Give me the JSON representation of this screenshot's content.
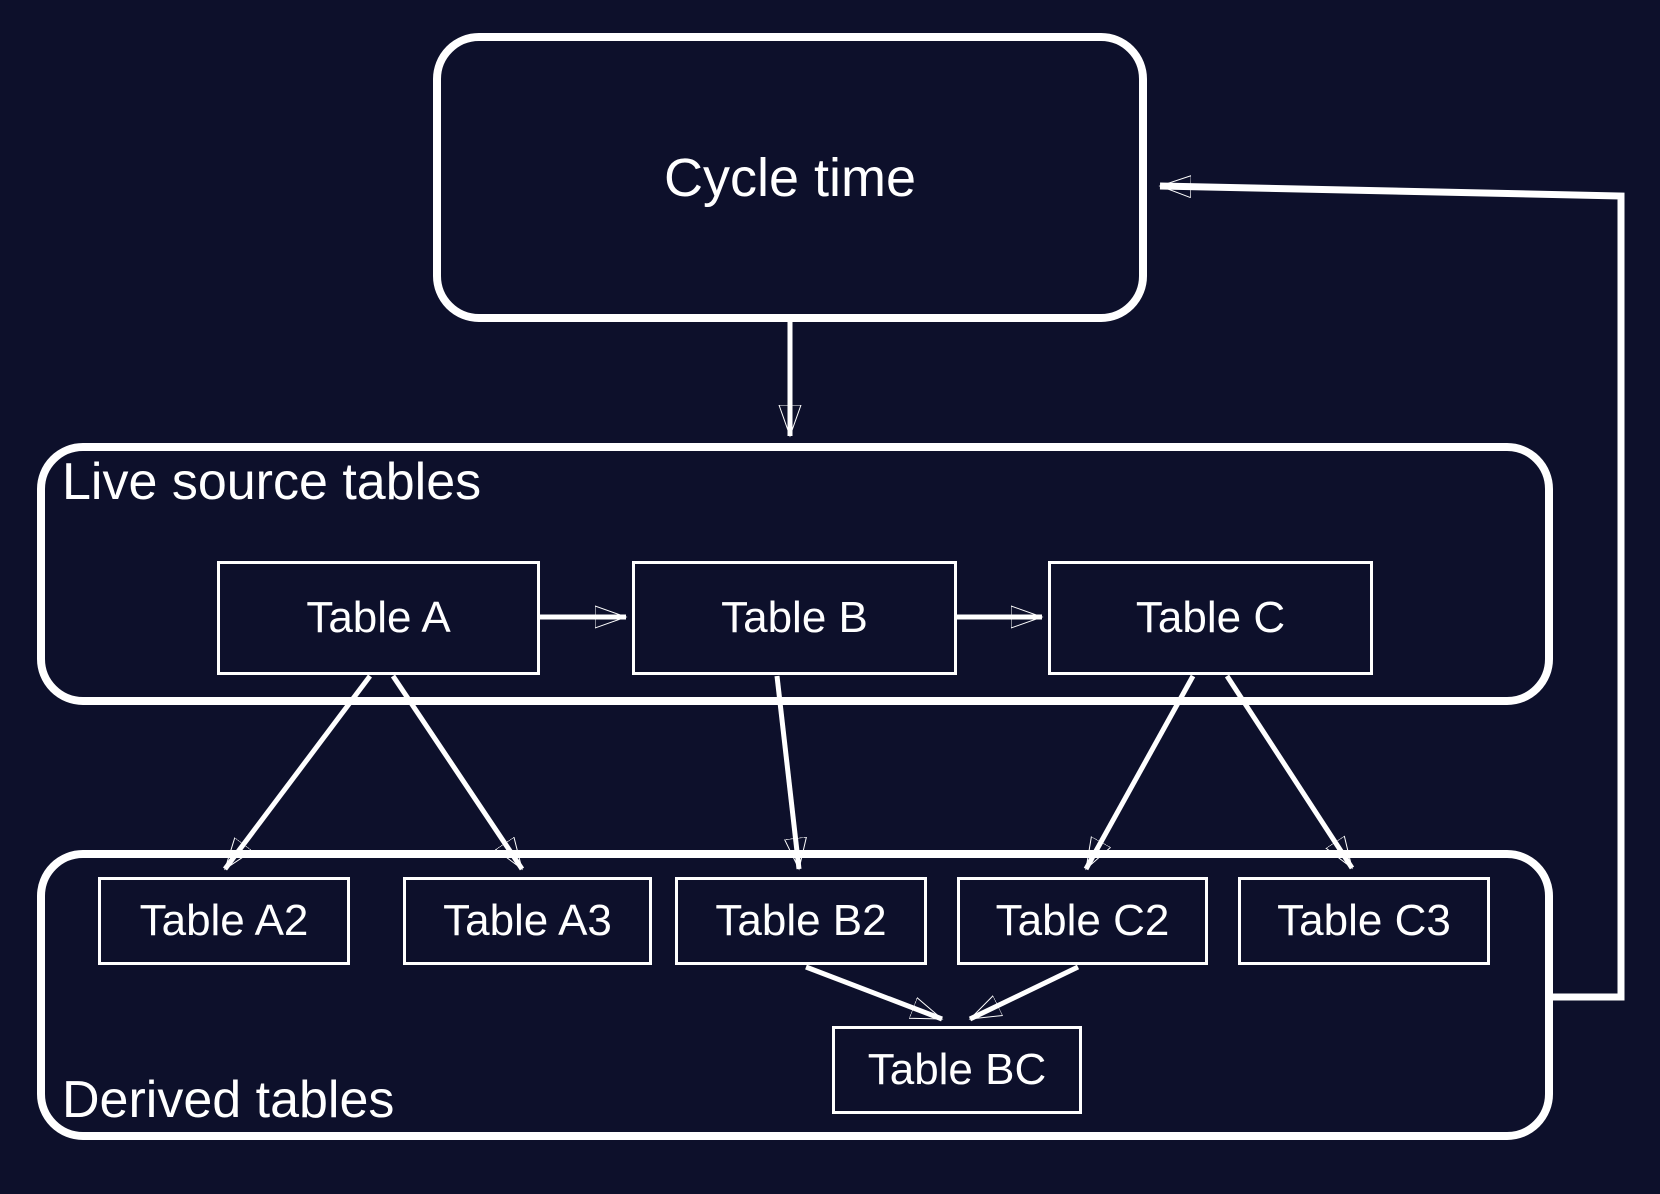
{
  "canvas": {
    "background_color": "#0d102b",
    "stroke_color": "#ffffff",
    "text_color": "#ffffff"
  },
  "cycle_box": {
    "label": "Cycle time"
  },
  "live_container": {
    "label": "Live source tables",
    "tables": [
      {
        "id": "A",
        "label": "Table A"
      },
      {
        "id": "B",
        "label": "Table B"
      },
      {
        "id": "C",
        "label": "Table C"
      }
    ]
  },
  "derived_container": {
    "label": "Derived tables",
    "tables": [
      {
        "id": "A2",
        "label": "Table A2"
      },
      {
        "id": "A3",
        "label": "Table A3"
      },
      {
        "id": "B2",
        "label": "Table B2"
      },
      {
        "id": "C2",
        "label": "Table C2"
      },
      {
        "id": "C3",
        "label": "Table C3"
      }
    ],
    "merge_table": {
      "id": "BC",
      "label": "Table BC"
    }
  },
  "edges": [
    {
      "from": "Cycle time",
      "to": "Live source tables"
    },
    {
      "from": "Table A",
      "to": "Table B"
    },
    {
      "from": "Table B",
      "to": "Table C"
    },
    {
      "from": "Table A",
      "to": "Table A2"
    },
    {
      "from": "Table A",
      "to": "Table A3"
    },
    {
      "from": "Table B",
      "to": "Table B2"
    },
    {
      "from": "Table C",
      "to": "Table C2"
    },
    {
      "from": "Table C",
      "to": "Table C3"
    },
    {
      "from": "Table B2",
      "to": "Table BC"
    },
    {
      "from": "Table C2",
      "to": "Table BC"
    },
    {
      "from": "Derived tables",
      "to": "Cycle time"
    }
  ]
}
